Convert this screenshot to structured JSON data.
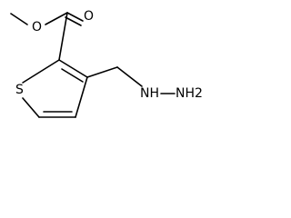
{
  "molecule": {
    "atoms": {
      "carbonyl_oxygen": "O",
      "ester_oxygen": "O",
      "ring_sulfur": "S",
      "amine_nh": "NH",
      "amine_nh2": "NH2"
    }
  }
}
